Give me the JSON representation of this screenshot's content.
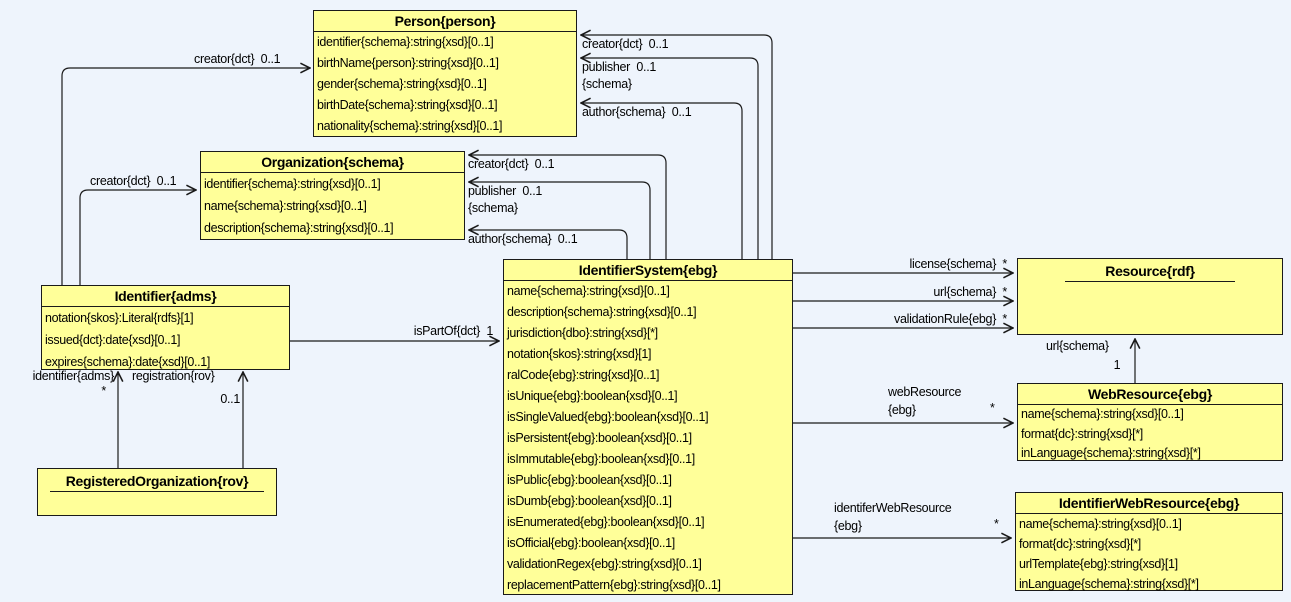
{
  "colors": {
    "canvas_bg": "#eef4fc",
    "class_fill": "#ffff99",
    "line": "#1a1a1a",
    "text": "#000000"
  },
  "classes": {
    "person": {
      "title": "Person{person}",
      "attrs": [
        "identifier{schema}:string{xsd}[0..1]",
        "birthName{person}:string{xsd}[0..1]",
        "gender{schema}:string{xsd}[0..1]",
        "birthDate{schema}:string{xsd}[0..1]",
        "nationality{schema}:string{xsd}[0..1]"
      ]
    },
    "organization": {
      "title": "Organization{schema}",
      "attrs": [
        "identifier{schema}:string{xsd}[0..1]",
        "name{schema}:string{xsd}[0..1]",
        "description{schema}:string{xsd}[0..1]"
      ]
    },
    "identifier": {
      "title": "Identifier{adms}",
      "attrs": [
        "notation{skos}:Literal{rdfs}[1]",
        "issued{dct}:date{xsd}[0..1]",
        "expires{schema}:date{xsd}[0..1]"
      ]
    },
    "registeredOrganization": {
      "title": "RegisteredOrganization{rov}",
      "attrs": []
    },
    "identifierSystem": {
      "title": "IdentifierSystem{ebg}",
      "attrs": [
        "name{schema}:string{xsd}[0..1]",
        "description{schema}:string{xsd}[0..1]",
        "jurisdiction{dbo}:string{xsd}[*]",
        "notation{skos}:string{xsd}[1]",
        "ralCode{ebg}:string{xsd}[0..1]",
        "isUnique{ebg}:boolean{xsd}[0..1]",
        "isSingleValued{ebg}:boolean{xsd}[0..1]",
        "isPersistent{ebg}:boolean{xsd}[0..1]",
        "isImmutable{ebg}:boolean{xsd}[0..1]",
        "isPublic{ebg}:boolean{xsd}[0..1]",
        "isDumb{ebg}:boolean{xsd}[0..1]",
        "isEnumerated{ebg}:boolean{xsd}[0..1]",
        "isOfficial{ebg}:boolean{xsd}[0..1]",
        "validationRegex{ebg}:string{xsd}[0..1]",
        "replacementPattern{ebg}:string{xsd}[0..1]"
      ]
    },
    "resource": {
      "title": "Resource{rdf}",
      "attrs": []
    },
    "webResource": {
      "title": "WebResource{ebg}",
      "attrs": [
        "name{schema}:string{xsd}[0..1]",
        "format{dc}:string{xsd}[*]",
        "inLanguage{schema}:string{xsd}[*]"
      ]
    },
    "identifierWebResource": {
      "title": "IdentifierWebResource{ebg}",
      "attrs": [
        "name{schema}:string{xsd}[0..1]",
        "format{dc}:string{xsd}[*]",
        "urlTemplate{ebg}:string{xsd}[1]",
        "inLanguage{schema}:string{xsd}[*]"
      ]
    }
  },
  "edge_labels": {
    "id_person_creator": "creator{dct}  0..1",
    "id_org_creator": "creator{dct}  0..1",
    "is_person_creator": "creator{dct}  0..1",
    "is_person_publisher_line1": "publisher  0..1",
    "is_person_publisher_line2": "{schema}",
    "is_person_author": "author{schema}  0..1",
    "is_org_creator": "creator{dct}  0..1",
    "is_org_publisher_line1": "publisher  0..1",
    "is_org_publisher_line2": "{schema}",
    "is_org_author": "author{schema}  0..1",
    "is_partof": "isPartOf{dct}  1",
    "regorg_identifier": "identifier{adms}",
    "regorg_identifier_mult": "*",
    "regorg_registration": "registration{rov}",
    "regorg_registration_mult": "0..1",
    "is_license": "license{schema}  *",
    "is_url": "url{schema}  *",
    "is_validation_rule": "validationRule{ebg}  *",
    "wr_url": "url{schema}",
    "wr_url_mult": "1",
    "is_webresource_line1": "webResource",
    "is_webresource_line2": "{ebg}",
    "is_webresource_mult": "*",
    "is_idwebresource_line1": "identiferWebResource",
    "is_idwebresource_line2": "{ebg}",
    "is_idwebresource_mult": "*"
  }
}
